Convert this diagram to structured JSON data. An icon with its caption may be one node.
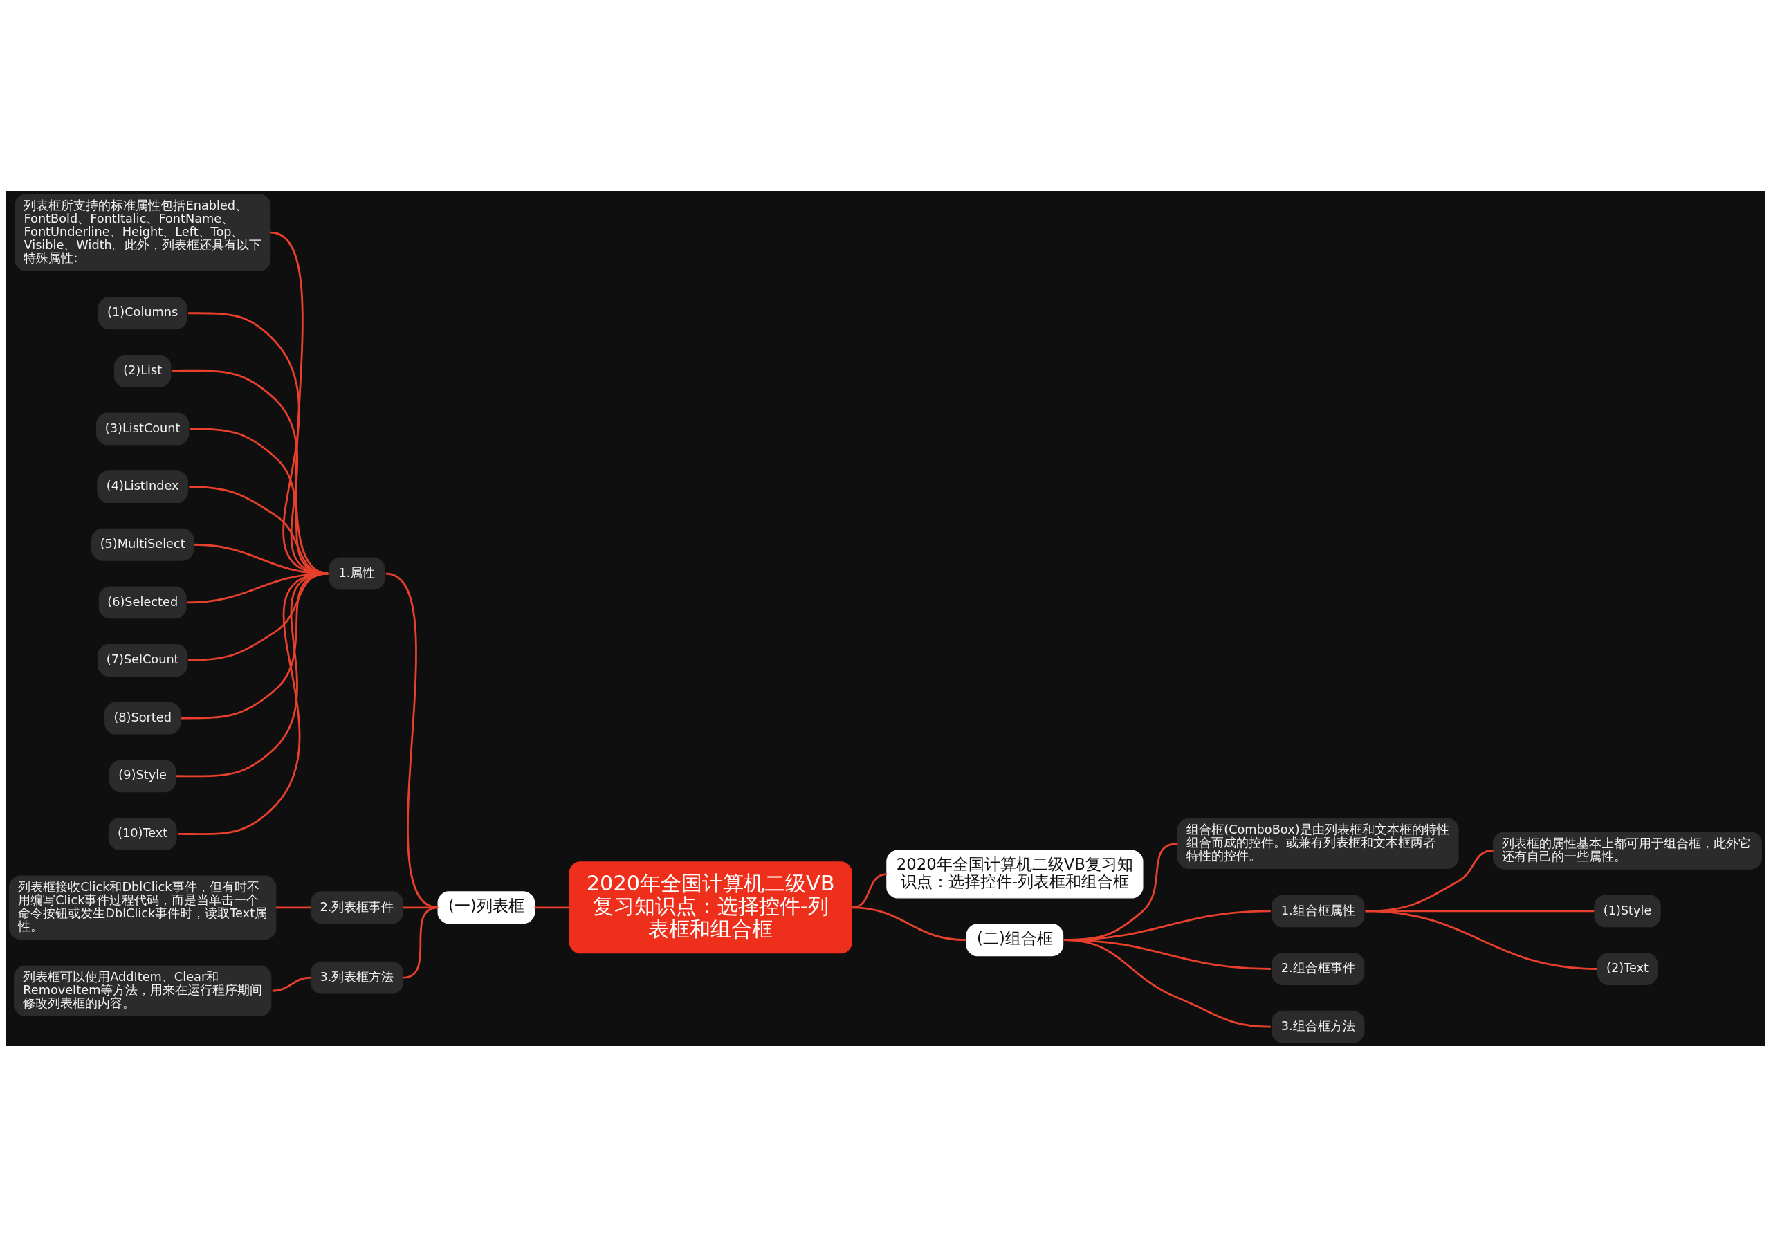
{
  "diagram": {
    "nodes": [
      {
        "text": [
          "2020年全国计算机二级VB复习知识点：选择控件-列表框和组合框"
        ]
      },
      {
        "text": [
          "(一)列表框"
        ]
      },
      {
        "text": [
          "1.属性"
        ]
      },
      {
        "text": [
          "列表框所支持的标准属性包括Enabled、FontBold、FontItalic、FontName、FontUnderline、Height、Left、Top、Visible、Width。此外，列表框还具有以下特殊属性:"
        ]
      },
      {
        "text": [
          "(1)Columns"
        ]
      },
      {
        "text": [
          "(2)List"
        ]
      },
      {
        "text": [
          "(3)ListCount"
        ]
      },
      {
        "text": [
          "(4)ListIndex"
        ]
      },
      {
        "text": [
          "(5)MultiSelect"
        ]
      },
      {
        "text": [
          "(6)Selected"
        ]
      },
      {
        "text": [
          "(7)SelCount"
        ]
      },
      {
        "text": [
          "(8)Sorted"
        ]
      },
      {
        "text": [
          "(9)Style"
        ]
      },
      {
        "text": [
          "(10)Text"
        ]
      },
      {
        "text": [
          "2.列表框事件"
        ]
      },
      {
        "text": [
          "列表框接收Click和DblClick事件，但有时不用编写Click事件过程代码，而是当单击一个命令按钮或发生DblClick事件时，读取Text属性。"
        ]
      },
      {
        "text": [
          "3.列表框方法"
        ]
      },
      {
        "text": [
          "列表框可以使用AddItem、Clear和RemoveItem等方法，用来在运行程序期间修改列表框的内容。"
        ]
      },
      {
        "text": [
          "2020年全国计算机二级VB复习知识点：选择控件-列表框和组合框"
        ]
      },
      {
        "text": [
          "(二)组合框"
        ]
      },
      {
        "text": [
          "组合框(ComboBox)是由列表框和文本框的特性组合而成的控件。或兼有列表框和文本框两者特性的控件。"
        ]
      },
      {
        "text": [
          "1.组合框属性"
        ]
      },
      {
        "text": [
          "列表框的属性基本上都可用于组合框，此外它还有自己的一些属性。"
        ]
      },
      {
        "text": [
          "(1)Style"
        ]
      },
      {
        "text": [
          "(2)Text"
        ]
      },
      {
        "text": [
          "2.组合框事件"
        ]
      },
      {
        "text": [
          "3.组合框方法"
        ]
      }
    ],
    "edges": [
      {
        "from": 1,
        "to": 0,
        "arrow": "none"
      },
      {
        "from": 2,
        "to": 1,
        "arrow": "none"
      },
      {
        "from": 3,
        "to": 2,
        "arrow": "none"
      },
      {
        "from": 4,
        "to": 2,
        "arrow": "none"
      },
      {
        "from": 5,
        "to": 2,
        "arrow": "none"
      },
      {
        "from": 6,
        "to": 2,
        "arrow": "none"
      },
      {
        "from": 7,
        "to": 2,
        "arrow": "none"
      },
      {
        "from": 8,
        "to": 2,
        "arrow": "none"
      },
      {
        "from": 9,
        "to": 2,
        "arrow": "none"
      },
      {
        "from": 10,
        "to": 2,
        "arrow": "none"
      },
      {
        "from": 11,
        "to": 2,
        "arrow": "none"
      },
      {
        "from": 12,
        "to": 2,
        "arrow": "none"
      },
      {
        "from": 13,
        "to": 2,
        "arrow": "none"
      },
      {
        "from": 14,
        "to": 1,
        "arrow": "none"
      },
      {
        "from": 15,
        "to": 14,
        "arrow": "none"
      },
      {
        "from": 16,
        "to": 1,
        "arrow": "none"
      },
      {
        "from": 17,
        "to": 16,
        "arrow": "none"
      },
      {
        "from": 0,
        "to": 18,
        "arrow": "none"
      },
      {
        "from": 0,
        "to": 19,
        "arrow": "none"
      },
      {
        "from": 19,
        "to": 20,
        "arrow": "none"
      },
      {
        "from": 19,
        "to": 21,
        "arrow": "none"
      },
      {
        "from": 21,
        "to": 22,
        "arrow": "none"
      },
      {
        "from": 21,
        "to": 23,
        "arrow": "none"
      },
      {
        "from": 21,
        "to": 24,
        "arrow": "none"
      },
      {
        "from": 19,
        "to": 25,
        "arrow": "none"
      },
      {
        "from": 19,
        "to": 26,
        "arrow": "none"
      }
    ]
  }
}
